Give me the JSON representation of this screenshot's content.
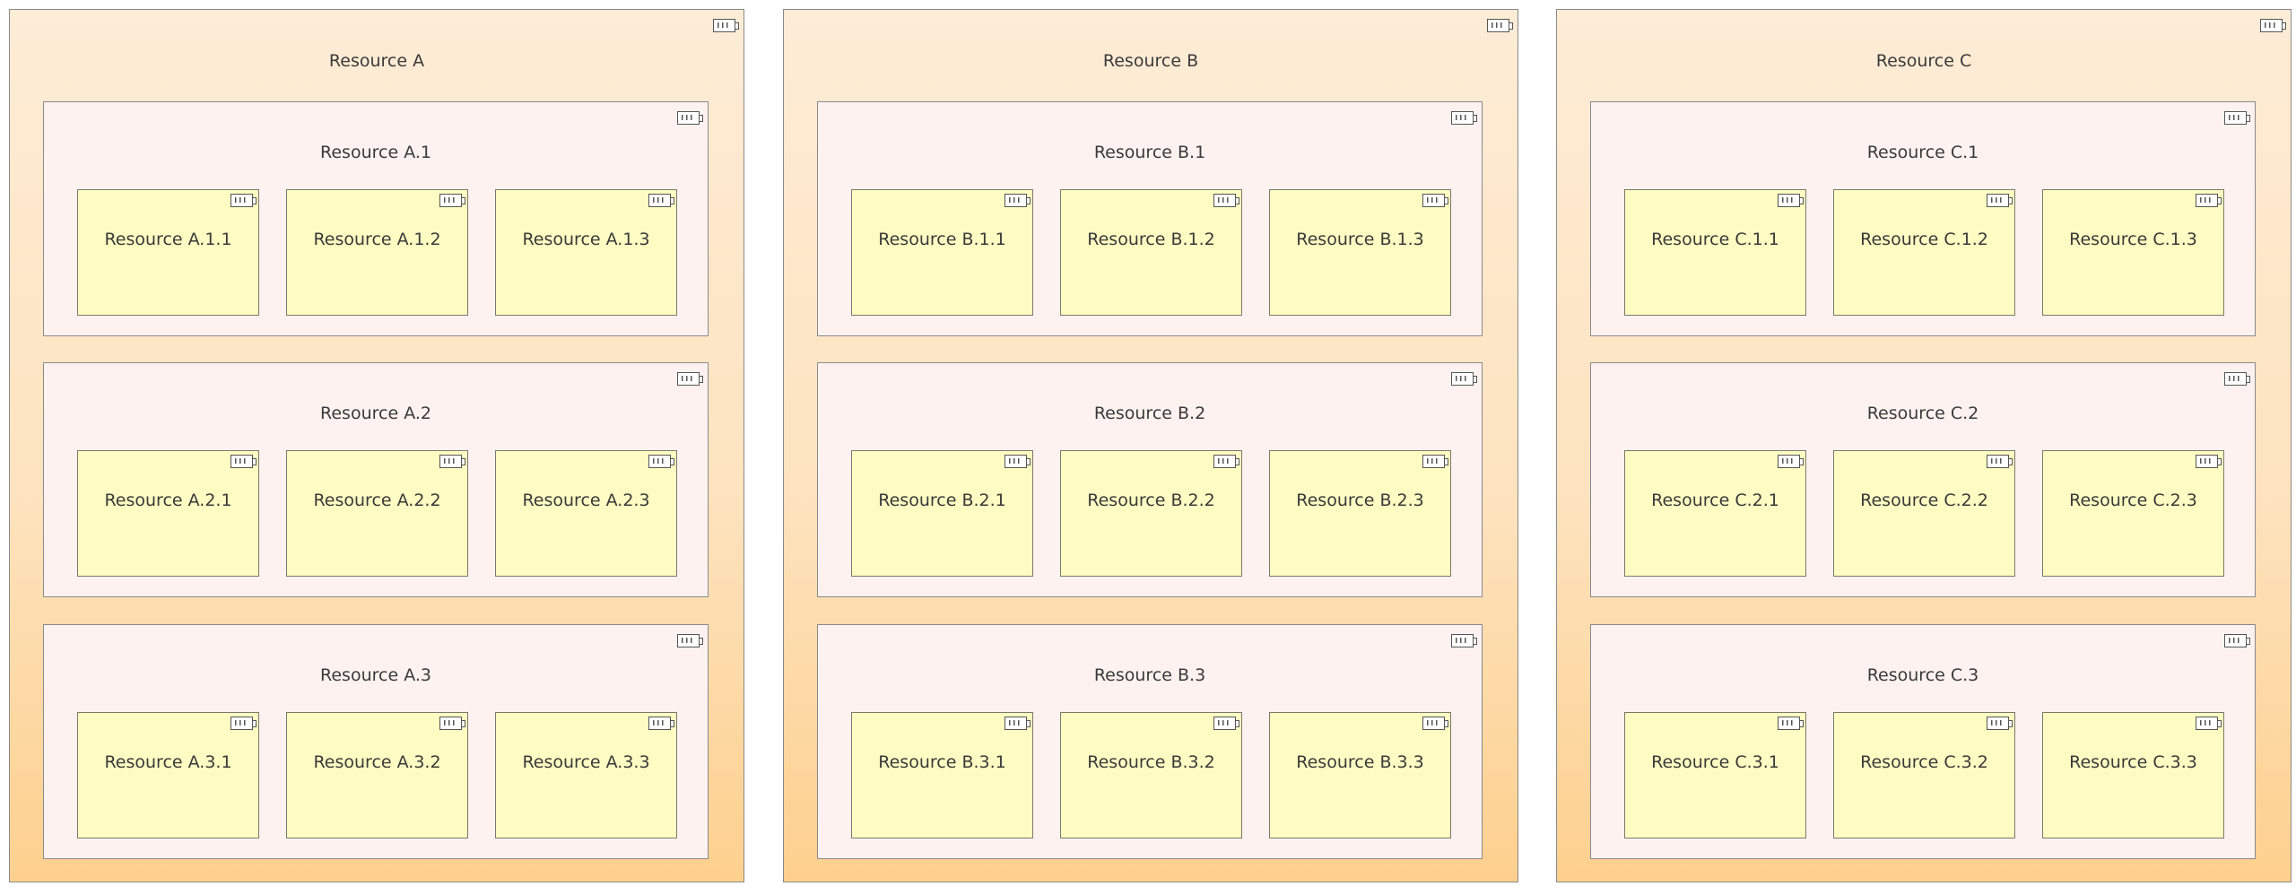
{
  "diagram": {
    "resources": [
      {
        "label": "Resource A",
        "children": [
          {
            "label": "Resource A.1",
            "children": [
              "Resource A.1.1",
              "Resource A.1.2",
              "Resource A.1.3"
            ]
          },
          {
            "label": "Resource A.2",
            "children": [
              "Resource A.2.1",
              "Resource A.2.2",
              "Resource A.2.3"
            ]
          },
          {
            "label": "Resource A.3",
            "children": [
              "Resource A.3.1",
              "Resource A.3.2",
              "Resource A.3.3"
            ]
          }
        ]
      },
      {
        "label": "Resource B",
        "children": [
          {
            "label": "Resource B.1",
            "children": [
              "Resource B.1.1",
              "Resource B.1.2",
              "Resource B.1.3"
            ]
          },
          {
            "label": "Resource B.2",
            "children": [
              "Resource B.2.1",
              "Resource B.2.2",
              "Resource B.2.3"
            ]
          },
          {
            "label": "Resource B.3",
            "children": [
              "Resource B.3.1",
              "Resource B.3.2",
              "Resource B.3.3"
            ]
          }
        ]
      },
      {
        "label": "Resource C",
        "children": [
          {
            "label": "Resource C.1",
            "children": [
              "Resource C.1.1",
              "Resource C.1.2",
              "Resource C.1.3"
            ]
          },
          {
            "label": "Resource C.2",
            "children": [
              "Resource C.2.1",
              "Resource C.2.2",
              "Resource C.2.3"
            ]
          },
          {
            "label": "Resource C.3",
            "children": [
              "Resource C.3.1",
              "Resource C.3.2",
              "Resource C.3.3"
            ]
          }
        ]
      }
    ],
    "icon": "component-icon",
    "colors": {
      "outer_fill_top": "#fdecd6",
      "outer_fill_bottom": "#fdd08e",
      "middle_fill": "#fdf2ef",
      "leaf_fill": "#fefcc2",
      "border": "#8a8a8a"
    }
  }
}
